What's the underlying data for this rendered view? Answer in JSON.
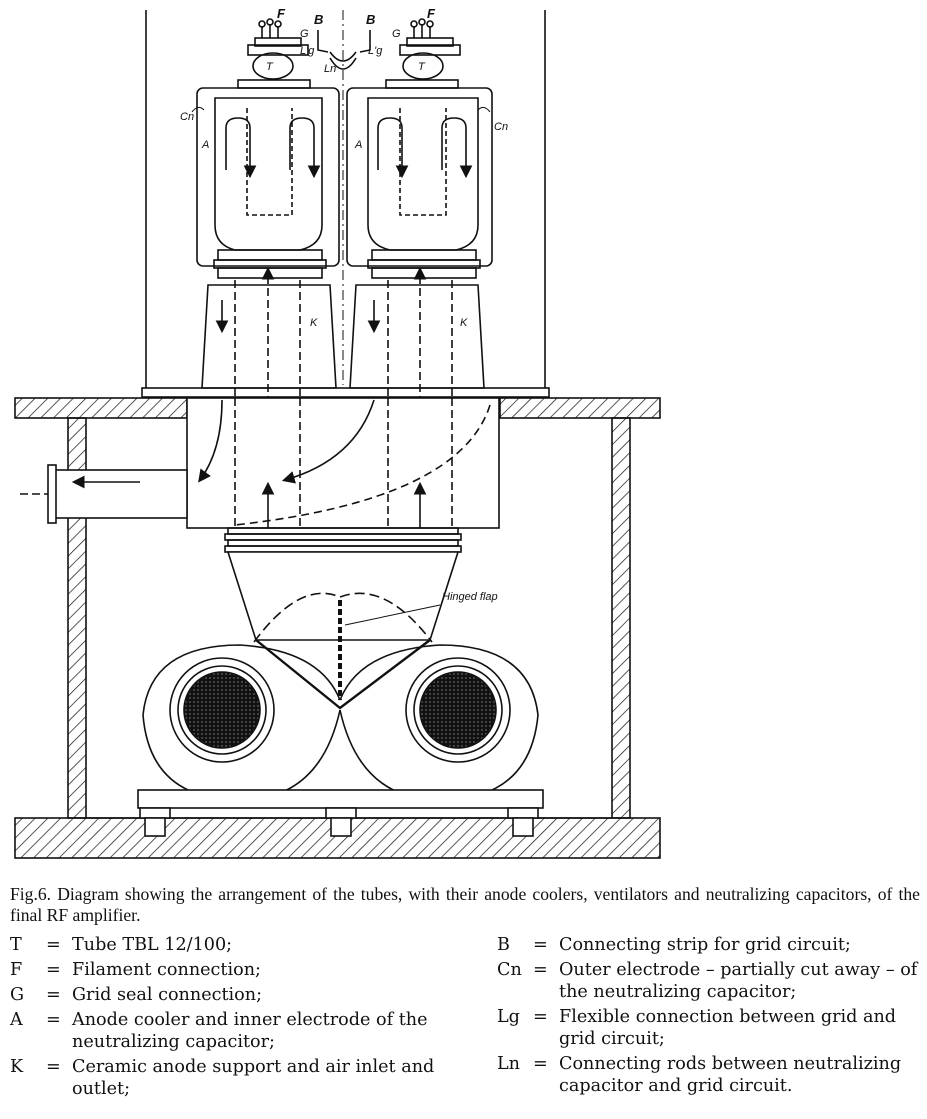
{
  "labels": {
    "F_left": "F",
    "F_right": "F",
    "B_left": "B",
    "B_right": "B",
    "G_left": "G",
    "G_right": "G",
    "T_left": "T",
    "T_right": "T",
    "Lg_left": "L'g",
    "Lg_right": "L'g",
    "Ln": "Ln",
    "Cn_left": "Cn",
    "Cn_right": "Cn",
    "A_left": "A",
    "A_right": "A",
    "K_left": "K",
    "K_right": "K",
    "hinged_flap": "Hinged flap"
  },
  "caption": {
    "title": "Fig.6. Diagram showing the arrangement of the tubes, with their anode coolers, ventilators and neutralizing capacitors, of the final RF amplifier."
  },
  "legend_left": [
    {
      "sym": "T",
      "eq": "=",
      "text": "Tube TBL 12/100;"
    },
    {
      "sym": "F",
      "eq": "=",
      "text": "Filament connection;"
    },
    {
      "sym": "G",
      "eq": "=",
      "text": "Grid seal connection;"
    },
    {
      "sym": "A",
      "eq": "=",
      "text": "Anode cooler and inner electrode of the neutralizing capacitor;"
    },
    {
      "sym": "K",
      "eq": "=",
      "text": "Ceramic anode support and air inlet and outlet;"
    }
  ],
  "legend_right": [
    {
      "sym": "B",
      "eq": "=",
      "text": "Connecting strip for grid circuit;"
    },
    {
      "sym": "Cn",
      "eq": "=",
      "text": "Outer electrode – partially cut away – of the neutralizing capacitor;"
    },
    {
      "sym": "Lg",
      "eq": "=",
      "text": "Flexible connection between grid and grid circuit;"
    },
    {
      "sym": "Ln",
      "eq": "=",
      "text": "Connecting rods between neutralizing capacitor and grid circuit."
    }
  ]
}
